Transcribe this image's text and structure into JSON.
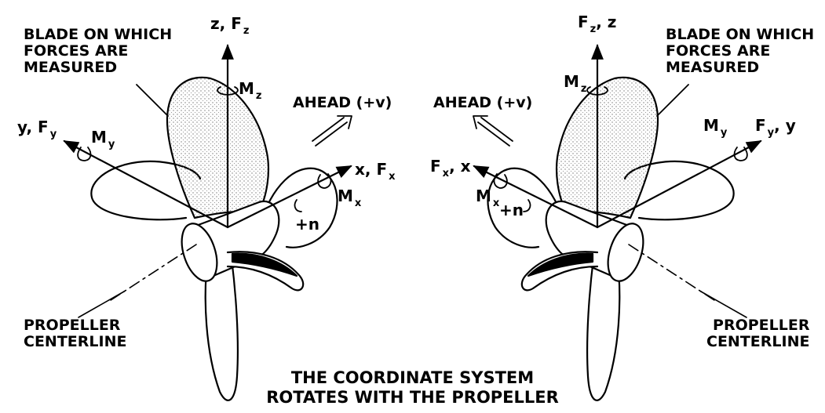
{
  "left_figure": {
    "blade_label": [
      "BLADE ON WHICH",
      "FORCES ARE",
      "MEASURED"
    ],
    "z_axis": {
      "main": "z, F",
      "sub": "z"
    },
    "y_axis": {
      "main": "y, F",
      "sub": "y"
    },
    "x_axis": {
      "main": "x, F",
      "sub": "x"
    },
    "mz": {
      "main": "M",
      "sub": "z"
    },
    "my": {
      "main": "M",
      "sub": "y"
    },
    "mx": {
      "main": "M",
      "sub": "x"
    },
    "rotation": "+n",
    "ahead": "AHEAD (+v)",
    "centerline_label": [
      "PROPELLER",
      "CENTERLINE"
    ]
  },
  "right_figure": {
    "blade_label": [
      "BLADE ON WHICH",
      "FORCES ARE",
      "MEASURED"
    ],
    "z_axis": {
      "main": "F",
      "sub": "z",
      "tail": ", z"
    },
    "y_axis": {
      "main": "F",
      "sub": "y",
      "tail": ", y"
    },
    "x_axis": {
      "main": "F",
      "sub": "x",
      "tail": ", x"
    },
    "mz": {
      "main": "M",
      "sub": "z"
    },
    "my": {
      "main": "M",
      "sub": "y"
    },
    "mx": {
      "main": "M",
      "sub": "x"
    },
    "rotation": "+n",
    "ahead": "AHEAD (+v)",
    "centerline_label": [
      "PROPELLER",
      "CENTERLINE"
    ]
  },
  "caption": [
    "THE COORDINATE SYSTEM",
    "ROTATES WITH THE PROPELLER"
  ]
}
